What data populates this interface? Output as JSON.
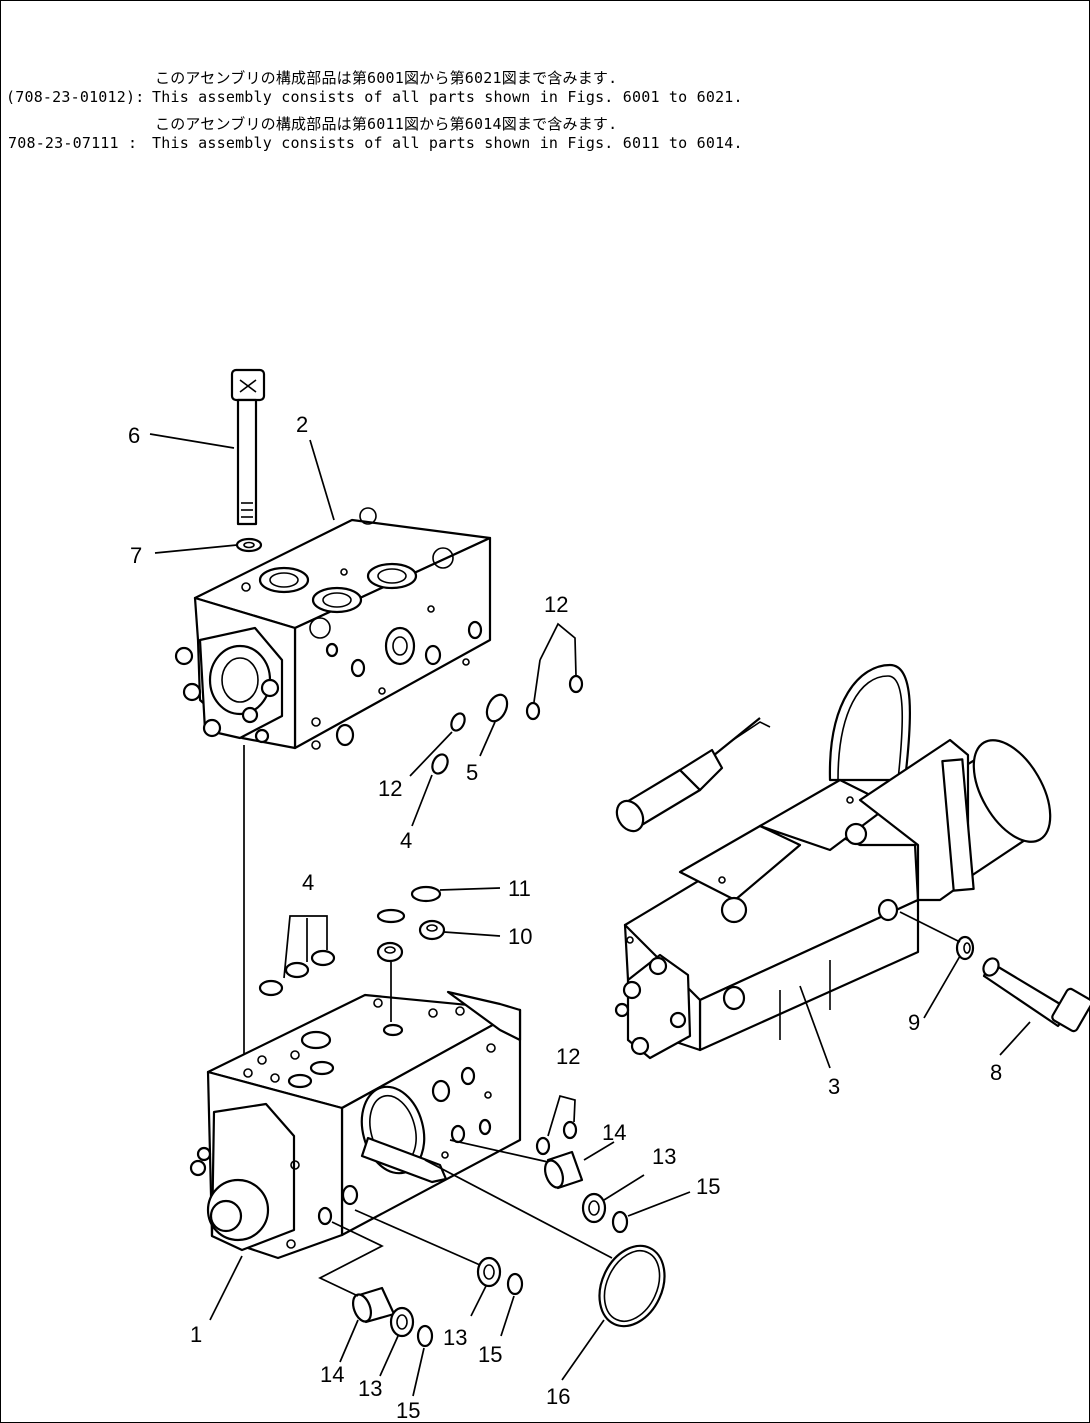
{
  "header": {
    "line1_jp": "このアセンブリの構成部品は第6001図から第6021図まで含みます.",
    "line1_code": "(708-23-01012):",
    "line1_en": "This assembly consists of all parts shown in Figs. 6001 to 6021.",
    "line2_jp": "このアセンブリの構成部品は第6011図から第6014図まで含みます.",
    "line2_code": "708-23-07111 :",
    "line2_en": "This assembly consists of all parts shown in Figs. 6011 to 6014."
  },
  "callouts": [
    {
      "id": "c6",
      "label": "6"
    },
    {
      "id": "c2",
      "label": "2"
    },
    {
      "id": "c7",
      "label": "7"
    },
    {
      "id": "c12a",
      "label": "12"
    },
    {
      "id": "c12b",
      "label": "12"
    },
    {
      "id": "c5",
      "label": "5"
    },
    {
      "id": "c4a",
      "label": "4"
    },
    {
      "id": "c4b",
      "label": "4"
    },
    {
      "id": "c11",
      "label": "11"
    },
    {
      "id": "c10",
      "label": "10"
    },
    {
      "id": "c12c",
      "label": "12"
    },
    {
      "id": "c14a",
      "label": "14"
    },
    {
      "id": "c13a",
      "label": "13"
    },
    {
      "id": "c15a",
      "label": "15"
    },
    {
      "id": "c9",
      "label": "9"
    },
    {
      "id": "c8",
      "label": "8"
    },
    {
      "id": "c3",
      "label": "3"
    },
    {
      "id": "c1",
      "label": "1"
    },
    {
      "id": "c13b",
      "label": "13"
    },
    {
      "id": "c15b",
      "label": "15"
    },
    {
      "id": "c14b",
      "label": "14"
    },
    {
      "id": "c13c",
      "label": "13"
    },
    {
      "id": "c15c",
      "label": "15"
    },
    {
      "id": "c16",
      "label": "16"
    }
  ]
}
